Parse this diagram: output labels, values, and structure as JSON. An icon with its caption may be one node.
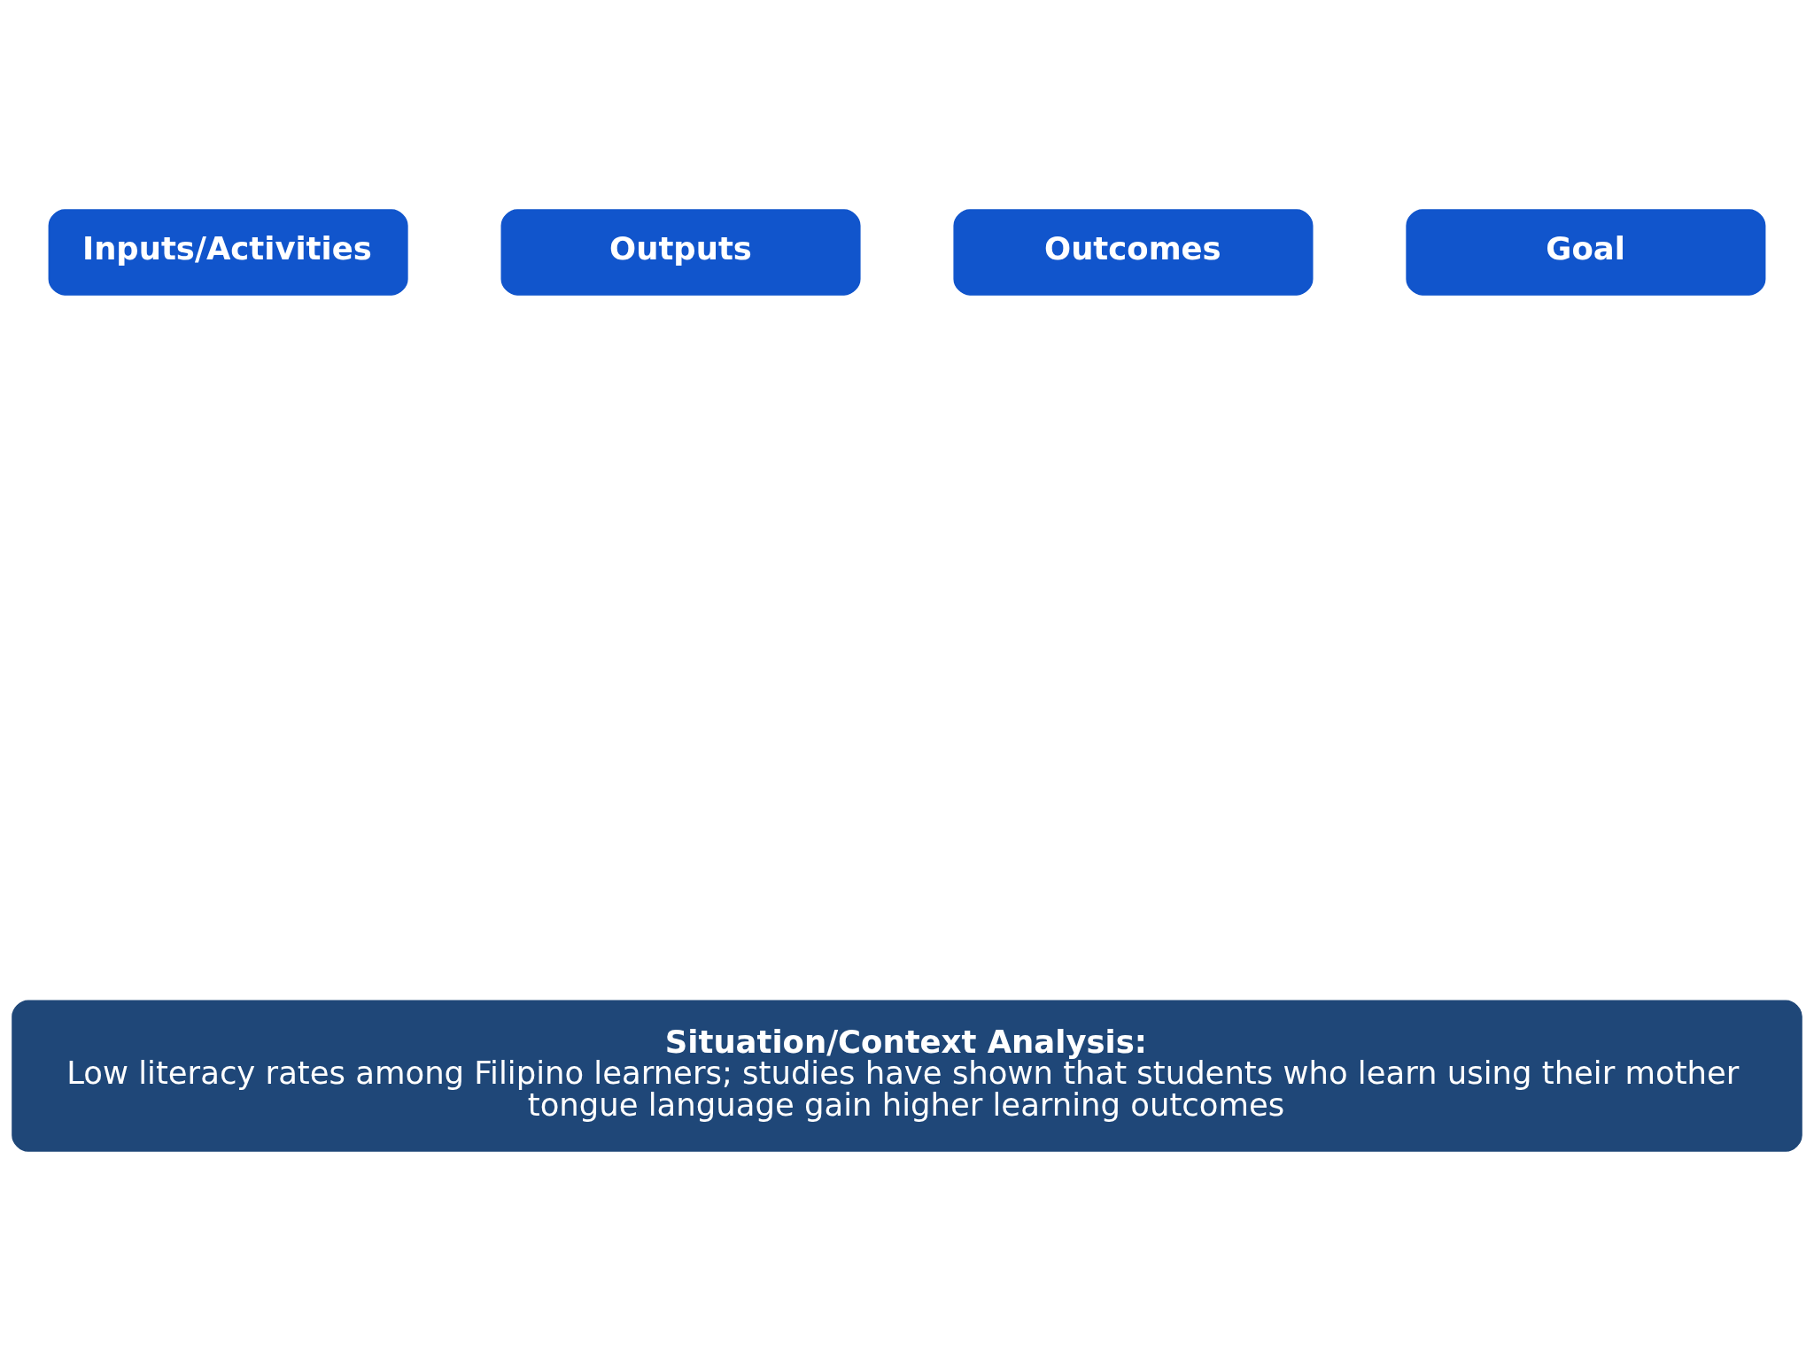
{
  "diagram": {
    "nodes": [
      {
        "text": [
          "Inputs/Activities"
        ]
      },
      {
        "text": [
          "Outputs"
        ]
      },
      {
        "text": [
          "Outcomes"
        ]
      },
      {
        "text": [
          "Goal"
        ]
      },
      {
        "text": [
          "Situation/Context Analysis:",
          "Low literacy rates among Filipino learners; studies have shown that students who learn using their mother tongue language gain higher learning outcomes"
        ]
      }
    ],
    "edges": []
  }
}
